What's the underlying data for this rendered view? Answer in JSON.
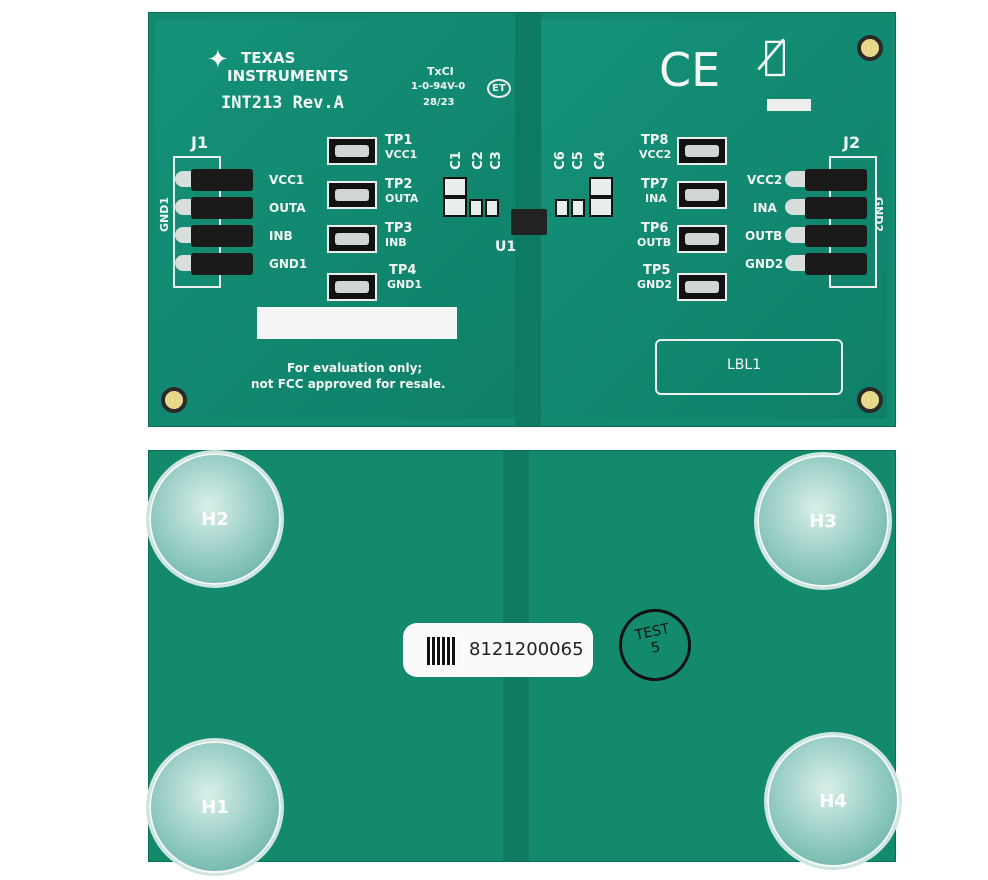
{
  "top_board": {
    "brand_line1": "TEXAS",
    "brand_line2": "INSTRUMENTS",
    "board_name": "INT213 Rev.A",
    "fab_marks": [
      "TxCI",
      "1-0-94V-0",
      "28/23"
    ],
    "et_mark": "ET",
    "j1": {
      "label": "J1",
      "side_label": "GND1",
      "pins": [
        "VCC1",
        "OUTA",
        "INB",
        "GND1"
      ]
    },
    "j2": {
      "label": "J2",
      "side_label": "GND2",
      "pins": [
        "VCC2",
        "INA",
        "OUTB",
        "GND2"
      ]
    },
    "test_points_left": [
      {
        "name": "TP1",
        "net": "VCC1"
      },
      {
        "name": "TP2",
        "net": "OUTA"
      },
      {
        "name": "TP3",
        "net": "INB"
      },
      {
        "name": "TP4",
        "net": "GND1"
      }
    ],
    "test_points_right": [
      {
        "name": "TP8",
        "net": "VCC2"
      },
      {
        "name": "TP7",
        "net": "INA"
      },
      {
        "name": "TP6",
        "net": "OUTB"
      },
      {
        "name": "TP5",
        "net": "GND2"
      }
    ],
    "caps_left": [
      "C1",
      "C2",
      "C3"
    ],
    "caps_right": [
      "C6",
      "C5",
      "C4"
    ],
    "ic": "U1",
    "ce_mark": "CE",
    "label_box": "LBL1",
    "disclaimer_line1": "For evaluation only;",
    "disclaimer_line2": "not FCC approved for resale."
  },
  "bottom_board": {
    "feet": [
      "H2",
      "H3",
      "H1",
      "H4"
    ],
    "serial": "8121200065",
    "test_stamp_line1": "TEST",
    "test_stamp_line2": "5"
  },
  "colors": {
    "pcb": "#128a70",
    "silkscreen": "#f2f7f4"
  }
}
